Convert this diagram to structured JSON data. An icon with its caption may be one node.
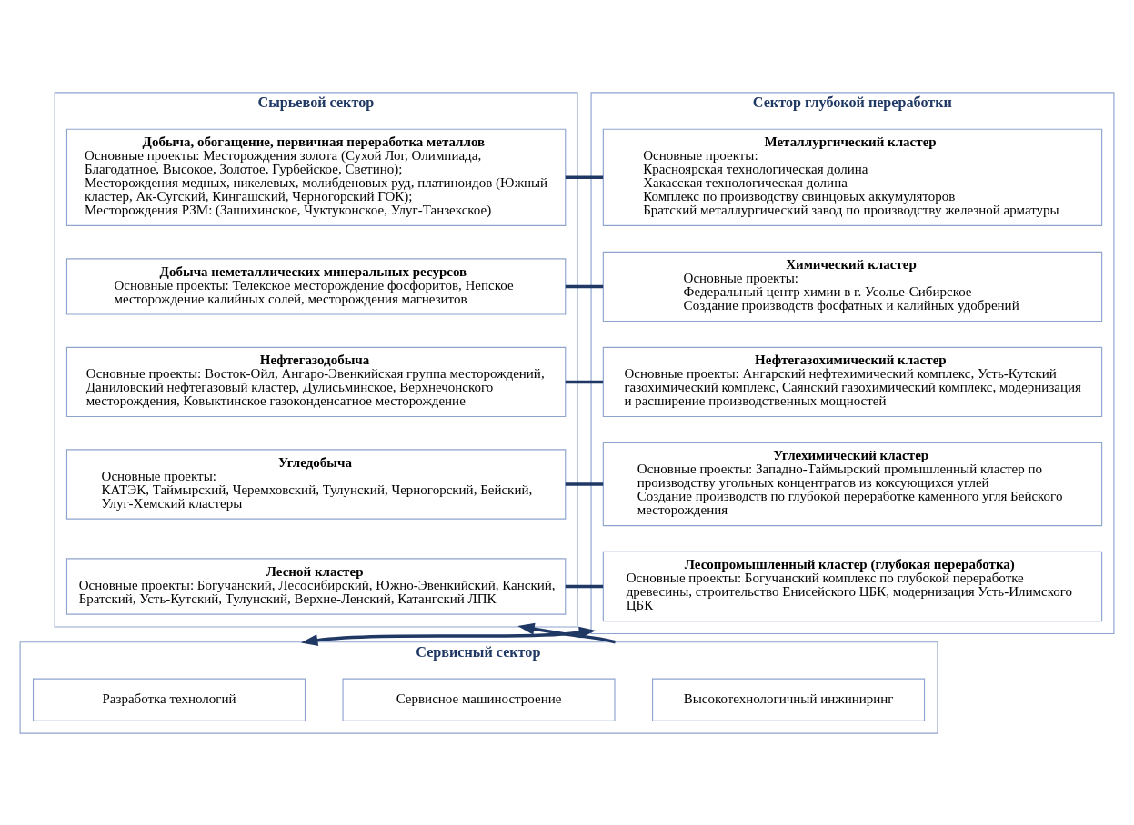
{
  "diagram": {
    "nodes": [
      {
        "text": [
          "Сырьевой сектор"
        ]
      },
      {
        "text": [
          "Добыча, обогащение, первичная переработка металлов",
          "Основные проекты: Месторождения золота (Сухой Лог, Олимпиада, Благодатное, Высокое, Золотое, Гурбейское, Светино);",
          "Месторождения медных, никелевых, молибденовых руд, платиноидов (Южный кластер, Ак-Сугский, Кингашский, Черногорский ГОК);",
          "Месторождения РЗМ: (Зашихинское, Чуктуконское, Улуг-Танзекское)"
        ],
        "in": 0
      },
      {
        "text": [
          "Добыча неметаллических минеральных ресурсов",
          "Основные проекты: Телекское месторождение фосфоритов, Непское месторождение калийных солей, месторождения магнезитов"
        ],
        "in": 0
      },
      {
        "text": [
          "Нефтегазодобыча",
          "Основные проекты: Восток-Ойл, Ангаро-Эвенкийская группа месторождений, Даниловский нефтегазовый кластер, Дулисьминское, Верхнечонского месторождения, Ковыктинское газоконденсатное месторождение"
        ],
        "in": 0
      },
      {
        "text": [
          "Угледобыча",
          "Основные проекты:",
          "КАТЭК, Таймырский, Черемховский, Тулунский, Черногорский, Бейский, Улуг-Хемский кластеры"
        ],
        "in": 0
      },
      {
        "text": [
          "Лесной кластер",
          "Основные проекты: Богучанский, Лесосибирский, Южно-Эвенкийский, Канский, Братский, Усть-Кутский, Тулунский, Верхне-Ленский, Катангский ЛПК"
        ],
        "in": 0
      },
      {
        "text": [
          "Сектор глубокой переработки"
        ]
      },
      {
        "text": [
          "Металлургический кластер",
          "Основные проекты:",
          "Красноярская технологическая долина",
          "Хакасская технологическая долина",
          "Комплекс по производству свинцовых аккумуляторов",
          "Братский металлургический завод по производству железной арматуры"
        ],
        "in": 6
      },
      {
        "text": [
          "Химический кластер",
          "Основные проекты:",
          "Федеральный центр химии в г. Усолье-Сибирское",
          "Создание производств фосфатных и калийных удобрений"
        ],
        "in": 6
      },
      {
        "text": [
          "Нефтегазохимический кластер",
          "Основные проекты: Ангарский нефтехимический комплекс, Усть-Кутский газохимический комплекс, Саянский газохимический комплекс, модернизация и расширение производственных мощностей"
        ],
        "in": 6
      },
      {
        "text": [
          "Углехимический кластер",
          "Основные проекты: Западно-Таймырский промышленный кластер по производству угольных концентратов из коксующихся углей",
          "Создание производств по глубокой переработке каменного угля Бейского месторождения"
        ],
        "in": 6
      },
      {
        "text": [
          "Лесопромышленный кластер (глубокая переработка)",
          "Основные проекты: Богучанский комплекс по глубокой переработке древесины, строительство Енисейского ЦБК, модернизация Усть-Илимского ЦБК"
        ],
        "in": 6
      },
      {
        "text": [
          "Сервисный сектор"
        ]
      },
      {
        "text": [
          "Высокотехнологичный инжиниринг"
        ],
        "in": 12
      },
      {
        "text": [
          "Сервисное машиностроение"
        ],
        "in": 12
      },
      {
        "text": [
          "Разработка технологий"
        ],
        "in": 12
      }
    ],
    "edges": [
      {
        "from": 1,
        "to": 7,
        "arrow": "none"
      },
      {
        "from": 2,
        "to": 8,
        "arrow": "none"
      },
      {
        "from": 3,
        "to": 9,
        "arrow": "none"
      },
      {
        "from": 4,
        "to": 10,
        "arrow": "none"
      },
      {
        "from": 5,
        "to": 11,
        "arrow": "none"
      },
      {
        "from": 12,
        "to": 0,
        "arrow": "to"
      },
      {
        "from": 12,
        "to": 6,
        "arrow": "both"
      }
    ]
  }
}
